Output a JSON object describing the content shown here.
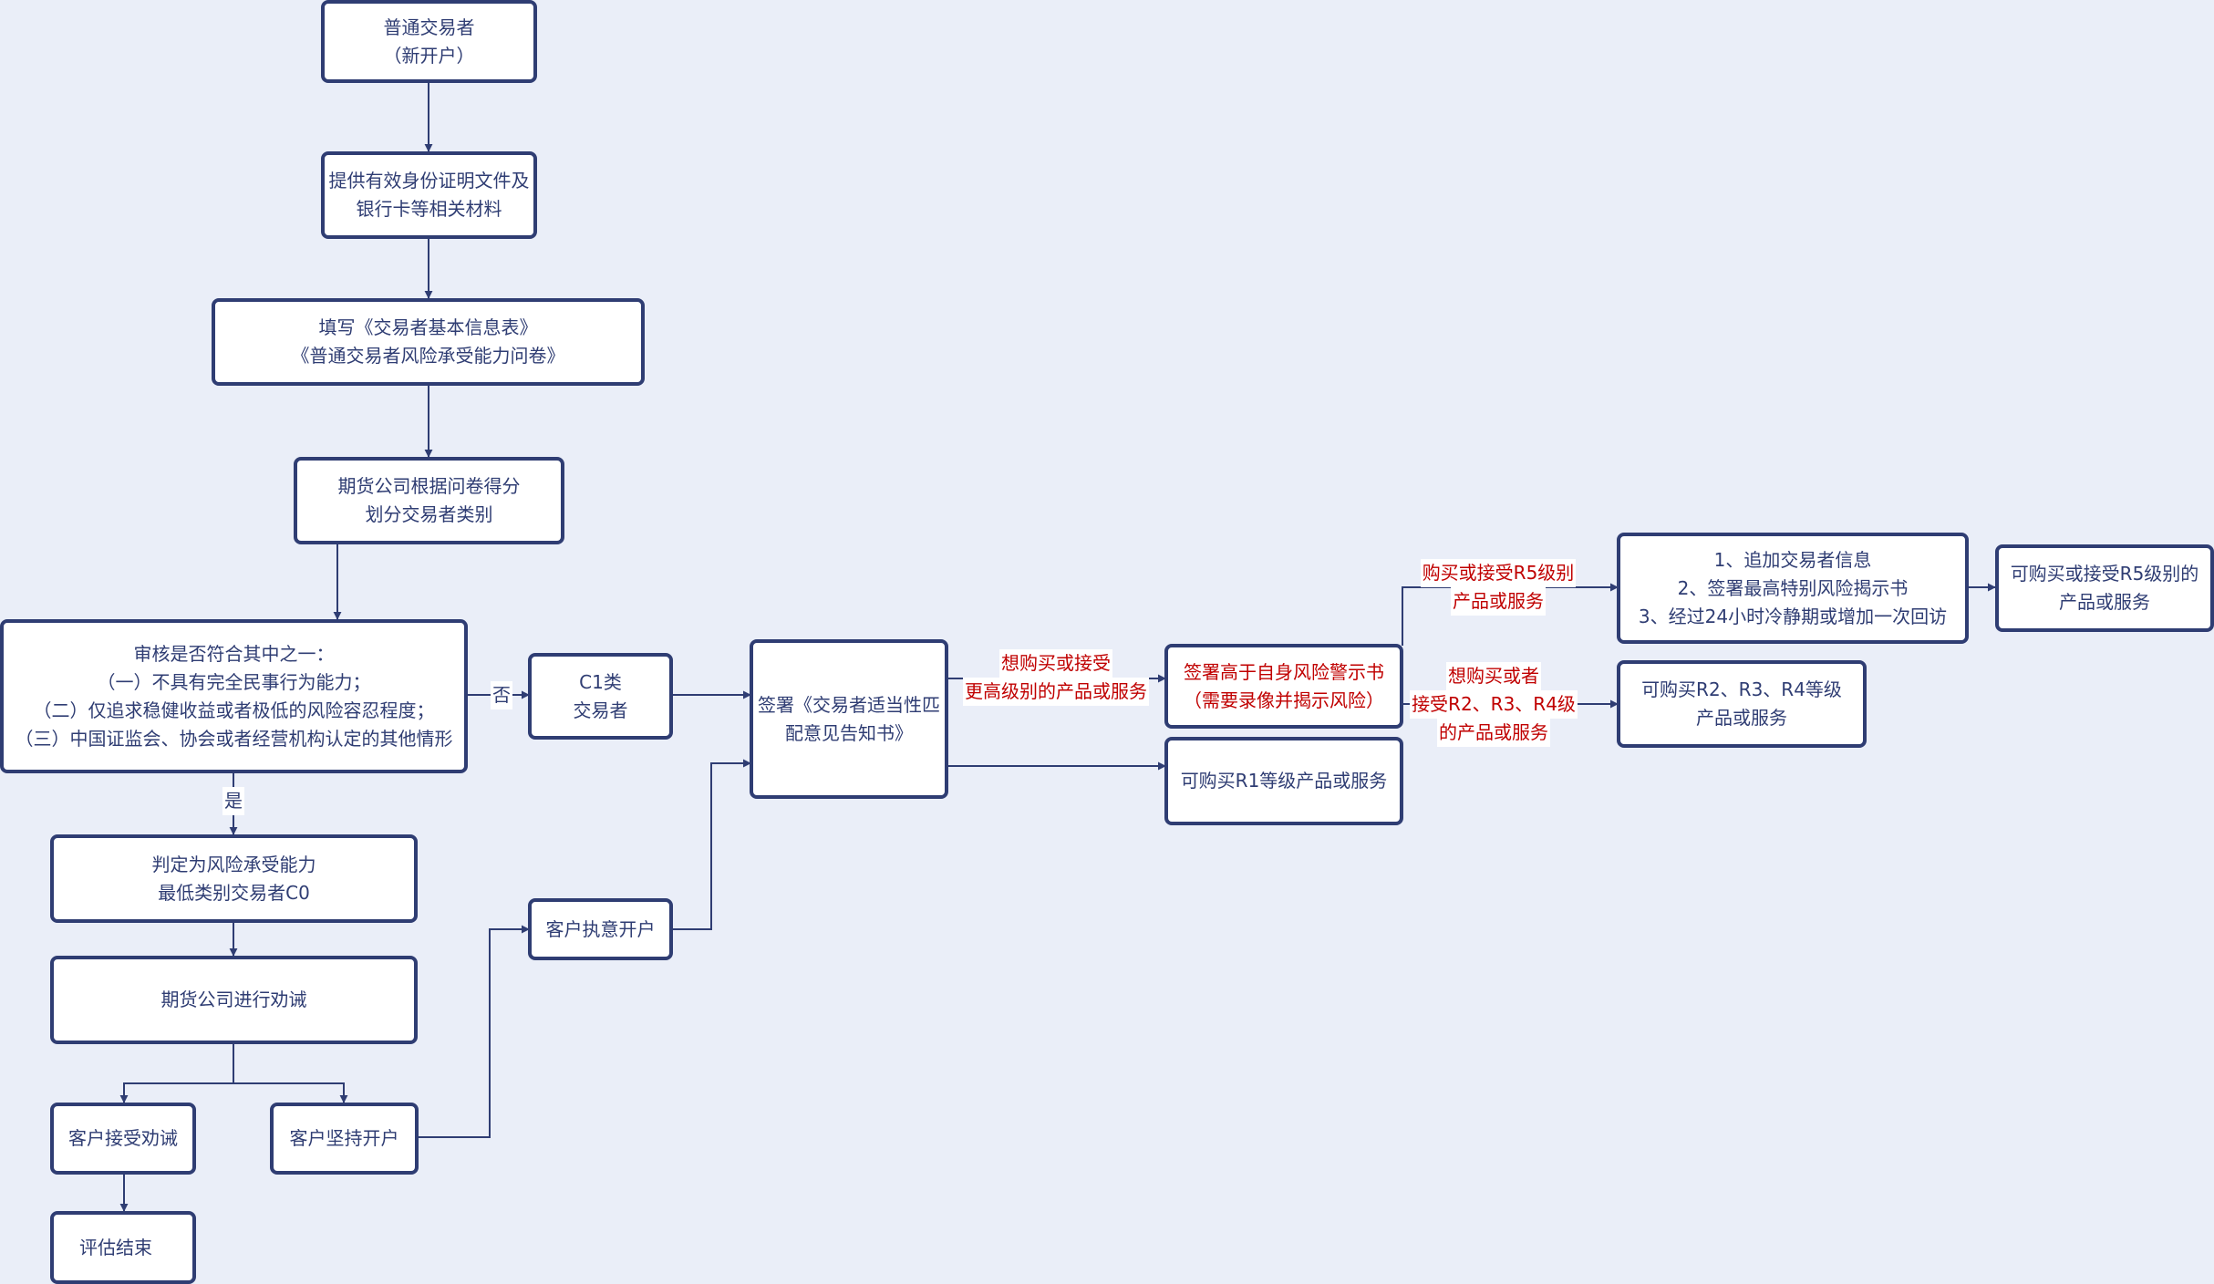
{
  "nodes": {
    "n1": [
      "普通交易者",
      "（新开户）"
    ],
    "n2": [
      "提供有效身份证明文件及",
      "银行卡等相关材料"
    ],
    "n3": [
      "填写《交易者基本信息表》",
      "《普通交易者风险承受能力问卷》"
    ],
    "n4": [
      "期货公司根据问卷得分",
      "划分交易者类别"
    ],
    "n5": [
      "审核是否符合其中之一：",
      "（一）不具有完全民事行为能力；",
      "（二）仅追求稳健收益或者极低的风险容忍程度；",
      "（三）中国证监会、协会或者经营机构认定的其他情形"
    ],
    "n6": [
      "判定为风险承受能力",
      "最低类别交易者C0"
    ],
    "n7": [
      "期货公司进行劝诫"
    ],
    "n8": [
      "客户接受劝诫"
    ],
    "n9": [
      "评估结束"
    ],
    "n10": [
      "客户坚持开户"
    ],
    "n11": [
      "客户执意开户"
    ],
    "n12": [
      "C1类",
      "交易者"
    ],
    "n13": [
      "签署《交易者适当性匹",
      "配意见告知书》"
    ],
    "n14": [
      "签署高于自身风险警示书",
      "（需要录像并揭示风险）"
    ],
    "n15": [
      "可购买R1等级产品或服务"
    ],
    "n16": [
      "1、追加交易者信息",
      "2、签署最高特别风险揭示书",
      "3、经过24小时冷静期或增加一次回访"
    ],
    "n17": [
      "可购买或接受R5级别的",
      "产品或服务"
    ],
    "n18": [
      "可购买R2、R3、R4等级",
      "产品或服务"
    ]
  },
  "edge_labels": {
    "no": [
      "否"
    ],
    "yes": [
      "是"
    ],
    "want_higher": [
      "想购买或接受",
      "更高级别的产品或服务"
    ],
    "r5": [
      "购买或接受R5级别",
      "产品或服务"
    ],
    "r234": [
      "想购买或者",
      "接受R2、R3、R4级",
      "的产品或服务"
    ]
  },
  "colors": {
    "line": "#2f3d73",
    "background": "#eaeef8",
    "highlight_text": "#c00000"
  }
}
